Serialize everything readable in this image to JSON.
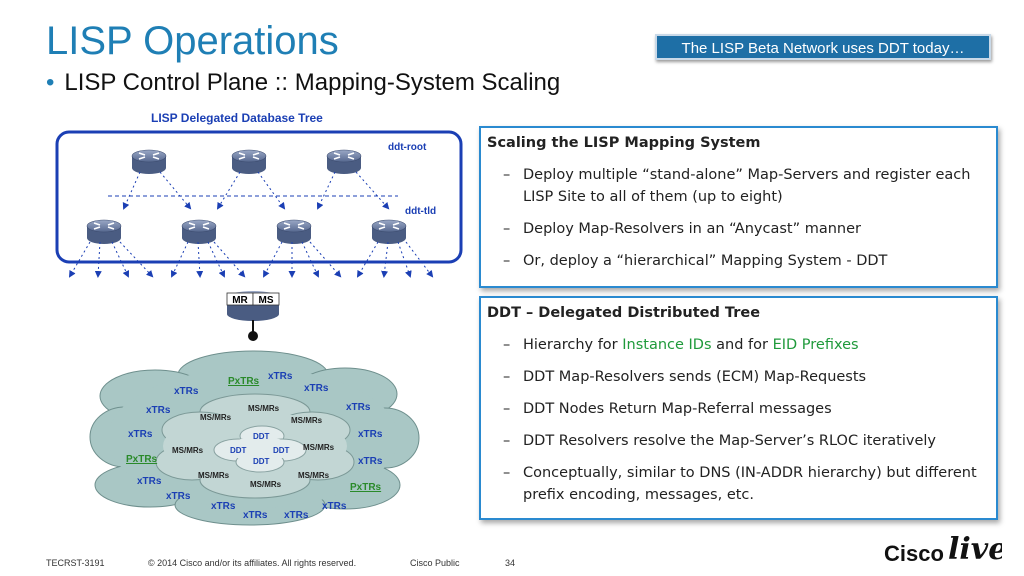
{
  "slide": {
    "title": "LISP Operations",
    "subtitle": "LISP Control Plane :: Mapping-System Scaling",
    "subtitle_bullet": "•",
    "callout": "The LISP Beta Network uses DDT today…"
  },
  "diagram": {
    "tree_title": "LISP Delegated Database Tree",
    "ddt_root_label": "ddt-root",
    "ddt_tld_label": "ddt-tld",
    "mr_label": "MR",
    "ms_label": "MS",
    "cloud_labels": {
      "pxtrs_top": "PxTRs",
      "xtrs_top": "xTRs",
      "xtrs_top_left": "xTRs",
      "xtrs_top_right": "xTRs",
      "xtrs_left1": "xTRs",
      "xtrs_right1": "xTRs",
      "msmrs_1": "MS/MRs",
      "msmrs_2": "MS/MRs",
      "msmrs_3": "MS/MRs",
      "xtrs_left2": "xTRs",
      "xtrs_right2": "xTRs",
      "ddt_top": "DDT",
      "msmrs_4": "MS/MRs",
      "ddt_left": "DDT",
      "ddt_right": "DDT",
      "msmrs_5": "MS/MRs",
      "pxtrs_left": "PxTRs",
      "ddt_bottom": "DDT",
      "xtrs_right3": "xTRs",
      "msmrs_6": "MS/MRs",
      "msmrs_7": "MS/MRs",
      "xtrs_left3": "xTRs",
      "msmrs_8": "MS/MRs",
      "pxtrs_right": "PxTRs",
      "xtrs_left4": "xTRs",
      "xtrs_bottom1": "xTRs",
      "xtrs_bottom2": "xTRs",
      "xtrs_bottom3": "xTRs",
      "xtrs_bottom4": "xTRs"
    },
    "colors": {
      "blue": "#1b3fb4",
      "green": "#2a8a2a",
      "cloud": "#a8c6c4",
      "router": "#6b7ea0"
    }
  },
  "panel1": {
    "heading": "Scaling the LISP Mapping System",
    "dash": "–",
    "items": [
      "Deploy multiple “stand-alone” Map-Servers and register each LISP Site to all of them (up to eight)",
      "Deploy Map-Resolvers in an “Anycast” manner",
      "Or, deploy a “hierarchical” Mapping System - DDT"
    ]
  },
  "panel2": {
    "heading": "DDT – Delegated Distributed Tree",
    "dash": "–",
    "item1_pre": "Hierarchy for ",
    "item1_g1": "Instance IDs",
    "item1_mid": " and for ",
    "item1_g2": "EID Prefixes",
    "items": [
      "DDT Map-Resolvers sends (ECM) Map-Requests",
      "DDT Nodes Return Map-Referral messages",
      "DDT Resolvers resolve the Map-Server’s RLOC iteratively",
      "Conceptually, similar to DNS (IN-ADDR hierarchy) but different prefix encoding, messages, etc."
    ]
  },
  "footer": {
    "code": "TECRST-3191",
    "copyright": "© 2014 Cisco and/or its affiliates. All rights reserved.",
    "classification": "Cisco Public",
    "page": "34"
  },
  "logo": {
    "cisco": "Cisco",
    "live": "live!"
  }
}
